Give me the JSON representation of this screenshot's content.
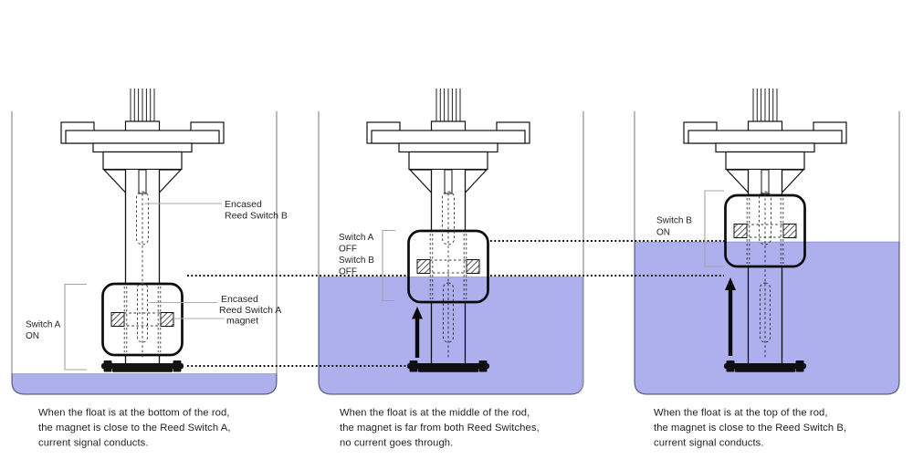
{
  "colors": {
    "water": "#aeb0ee",
    "outline": "#111111",
    "guide_lines": "#a3a3a3"
  },
  "panels": [
    {
      "annotations": {
        "reed_switch_b": [
          "Encased",
          "Reed Switch B"
        ],
        "reed_switch_a": [
          "Encased",
          "Reed Switch A",
          "magnet"
        ],
        "switch_state": [
          "Switch A",
          "ON"
        ]
      },
      "caption": [
        "When the float is at the bottom of the rod,",
        "the magnet is close to the Reed Switch A,",
        "current signal conducts."
      ]
    },
    {
      "annotations": {
        "switch_state": [
          "Switch A",
          "OFF",
          "Switch B",
          "OFF"
        ]
      },
      "caption": [
        "When the float is at the middle of the rod,",
        "the magnet is far from both Reed Switches,",
        "no current goes through."
      ]
    },
    {
      "annotations": {
        "switch_state": [
          "Switch B",
          "ON"
        ]
      },
      "caption": [
        "When the float is at the top of the rod,",
        "the magnet is close to the Reed Switch B,",
        "current signal conducts."
      ]
    }
  ]
}
